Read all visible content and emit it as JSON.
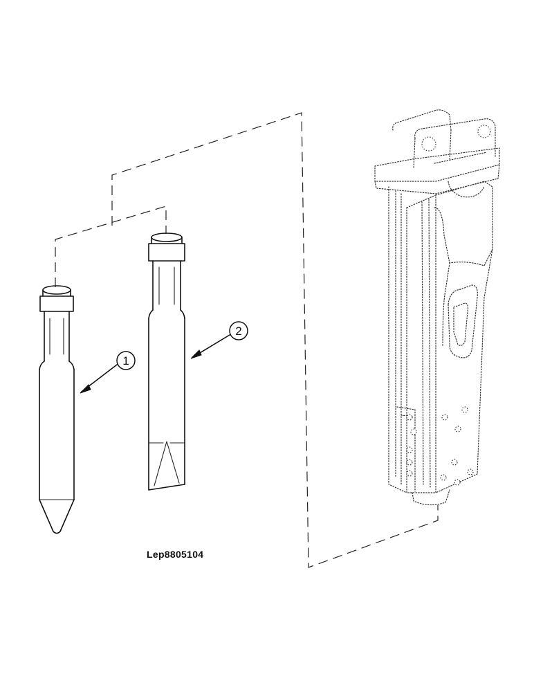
{
  "figure": {
    "id_label": "Lep8805104"
  },
  "callouts": [
    {
      "number": "1"
    },
    {
      "number": "2"
    }
  ]
}
